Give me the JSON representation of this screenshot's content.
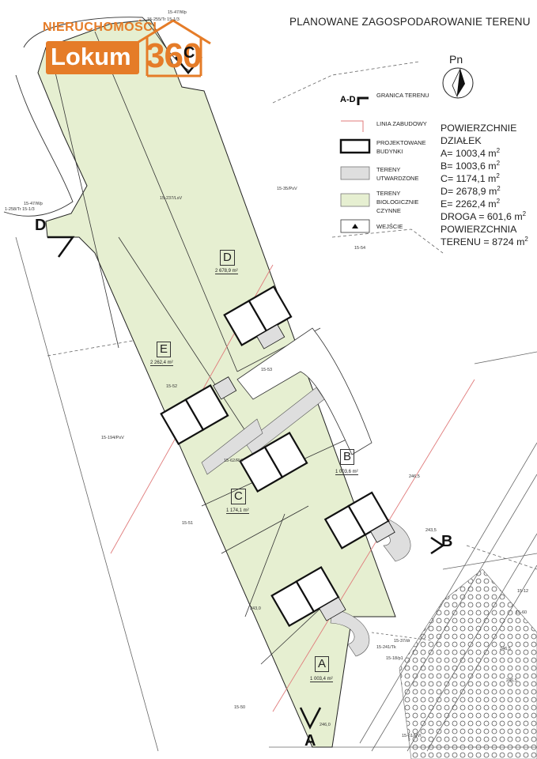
{
  "title": "PLANOWANE ZAGOSPODAROWANIE TERENU",
  "logo": {
    "top": "NIERUCHOMOŚCI",
    "word": "Lokum",
    "num": "360"
  },
  "north_label": "Pn",
  "legend": [
    {
      "label": "GRANICA TERENU",
      "symbol": "A-D"
    },
    {
      "label": "LINIA ZABUDOWY"
    },
    {
      "label": "PROJEKTOWANE BUDYNKI"
    },
    {
      "label": "TERENY UTWARDZONE"
    },
    {
      "label": "TERENY BIOLOGICZNIE CZYNNE"
    },
    {
      "label": "WEJŚCIE"
    }
  ],
  "areas": {
    "heading1": "POWIERZCHNIE",
    "heading2": "DZIAŁEK",
    "rows": [
      "A= 1003,4 m",
      "B= 1003,6 m",
      "C= 1174,1 m",
      "D= 2678,9 m",
      "E= 2262,4 m"
    ],
    "road": "DROGA = 601,6 m",
    "total_heading": "POWIERZCHNIA",
    "total": "TERENU = 8724 m",
    "unit_sup": "2"
  },
  "plots": [
    {
      "letter": "D",
      "area": "2 678,9 m²"
    },
    {
      "letter": "E",
      "area": "2 262,4 m²"
    },
    {
      "letter": "C",
      "area": "1 174,1 m²"
    },
    {
      "letter": "B",
      "area": "1 003,6 m²"
    },
    {
      "letter": "A",
      "area": "1 003,4 m²"
    }
  ],
  "sections": [
    "A",
    "B",
    "C",
    "D"
  ],
  "parcel_labels": [
    "15-255/Tr 15-1/3",
    "15-47/Wp",
    "15-35/PsV",
    "15-237/LsV",
    "15-47/Wp",
    "1-258/Tr 15-1/3",
    "15-54",
    "15-53",
    "15-52",
    "15-62/RVI",
    "15-194/PsV",
    "15-51",
    "15-50",
    "15-241/Tk",
    "15-37/dr",
    "15-18/p1",
    "15-61/RVI",
    "15-12",
    "15-60",
    "243,0",
    "246,5",
    "243,5",
    "246,5",
    "246,5",
    "246,0"
  ],
  "colors": {
    "green": "#e6efd1",
    "hard": "#dedede",
    "brand": "#e57c28",
    "zabudowa": "#e07b7b"
  }
}
